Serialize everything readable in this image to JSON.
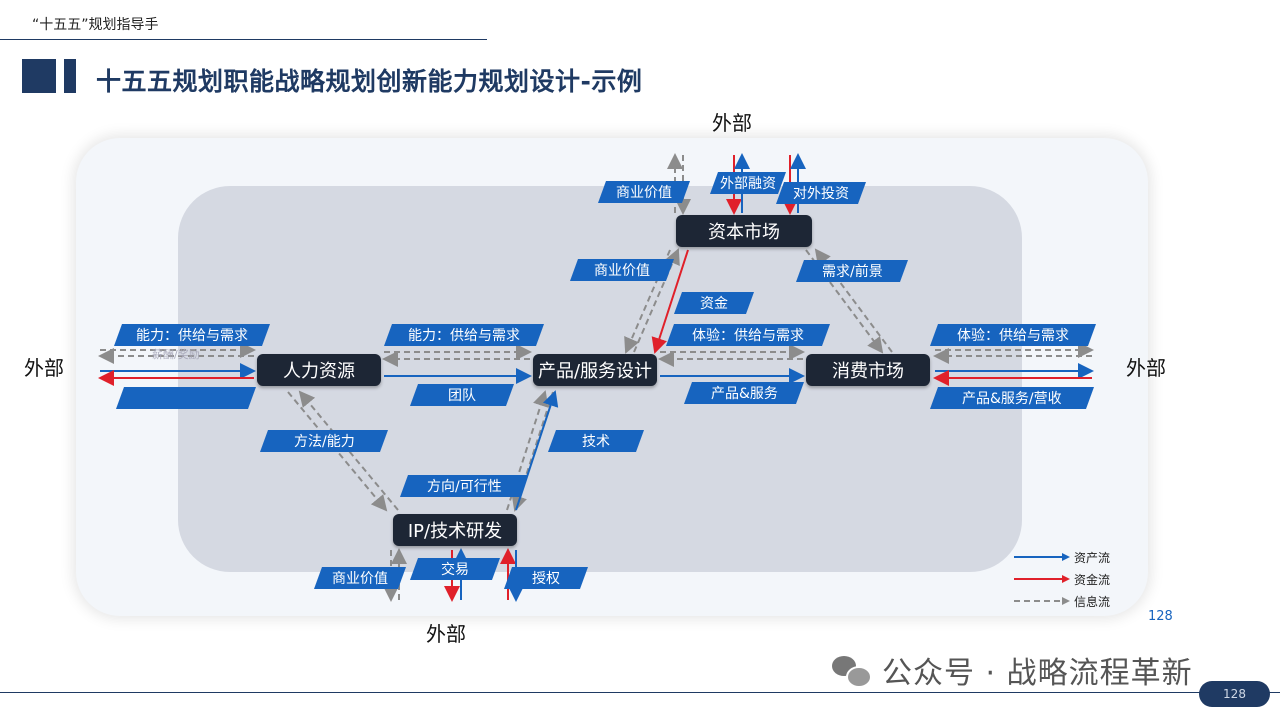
{
  "header": {
    "doc_title": "“十五五”规划指导手"
  },
  "title": "十五五规划职能战略规划创新能力规划设计-示例",
  "external": {
    "top": "外部",
    "left": "外部",
    "right": "外部",
    "bottom": "外部"
  },
  "nodes": {
    "capital": "资本市场",
    "hr": "人力资源",
    "product": "产品/服务设计",
    "consumer": "消费市场",
    "ip": "IP/技术研发"
  },
  "labels": {
    "top_business_value": "商业价值",
    "external_financing": "外部融资",
    "external_investment": "对外投资",
    "capital_business_value": "商业价值",
    "demand_outlook": "需求/前景",
    "funds": "资金",
    "left_capability": "能力：供给与需求",
    "mid_capability": "能力：供给与需求",
    "experience_mid": "体验：供给与需求",
    "experience_right": "体验：供给与需求",
    "team": "团队",
    "products_services": "产品&服务",
    "products_revenue": "产品&服务/营收",
    "left_blank": "",
    "method_capability": "方法/能力",
    "technology": "技术",
    "direction_feasibility": "方向/可行性",
    "bottom_business_value": "商业价值",
    "trade": "交易",
    "license": "授权",
    "ghost_text": "薪酬/奖励"
  },
  "legend": {
    "asset": "资产流",
    "capital": "资金流",
    "info": "信息流"
  },
  "colors": {
    "asset": "#1764bf",
    "capital": "#e0202a",
    "info": "#8c8c8c"
  },
  "page_number": "128",
  "page_number_badge": "128",
  "watermark": "公众号 · 战略流程革新"
}
